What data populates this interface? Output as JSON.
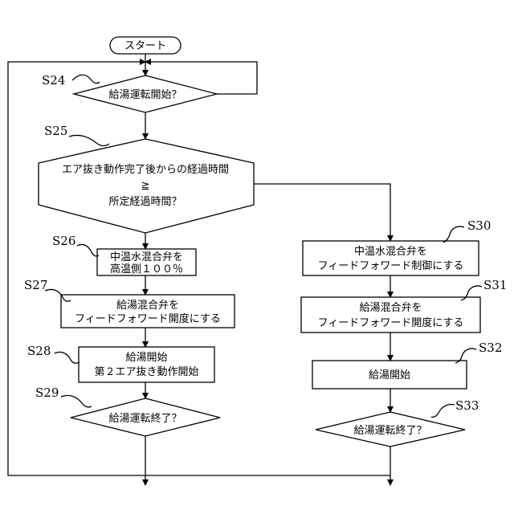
{
  "start": "スタート",
  "steps": {
    "s24": {
      "label": "S24",
      "text": "給湯運転開始？"
    },
    "s25": {
      "label": "S25",
      "line1": "エア抜き動作完了後からの経過時間",
      "line2": "≧",
      "line3": "所定経過時間？"
    },
    "s26": {
      "label": "S26",
      "line1": "中温水混合弁を",
      "line2": "高温側１００％"
    },
    "s27": {
      "label": "S27",
      "line1": "給湯混合弁を",
      "line2": "フィードフォワード開度にする"
    },
    "s28": {
      "label": "S28",
      "line1": "給湯開始",
      "line2": "第２エア抜き動作開始"
    },
    "s29": {
      "label": "S29",
      "text": "給湯運転終了？"
    },
    "s30": {
      "label": "S30",
      "line1": "中温水混合弁を",
      "line2": "フィードフォワード制御にする"
    },
    "s31": {
      "label": "S31",
      "line1": "給湯混合弁を",
      "line2": "フィードフォワード開度にする"
    },
    "s32": {
      "label": "S32",
      "text": "給湯開始"
    },
    "s33": {
      "label": "S33",
      "text": "給湯運転終了？"
    }
  }
}
